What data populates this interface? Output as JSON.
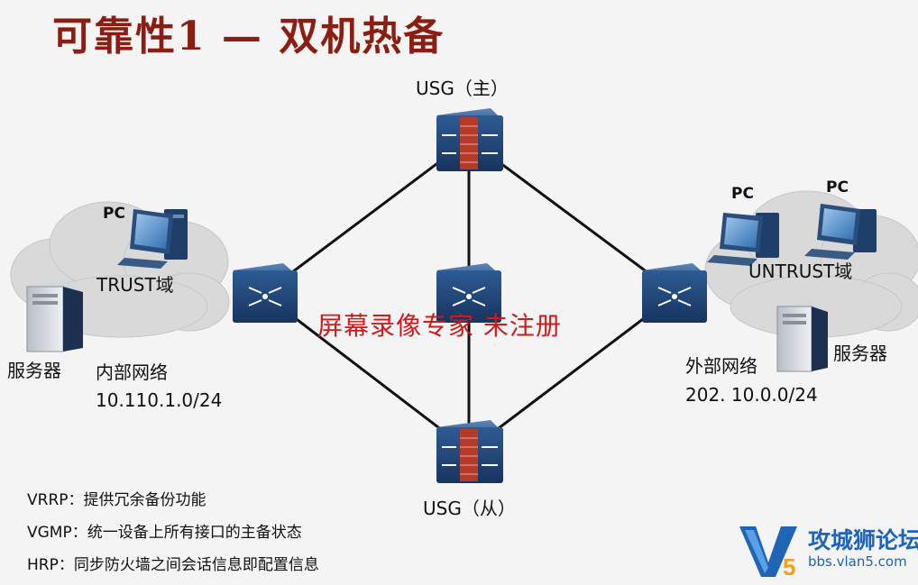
{
  "title": "可靠性1 — 双机热备",
  "firewalls": {
    "master_label": "USG（主）",
    "backup_label": "USG（从）"
  },
  "trust_side": {
    "pc_label": "PC",
    "zone_label": "TRUST域",
    "server_label": "服务器",
    "network_name": "内部网络",
    "network_cidr": "10.110.1.0/24"
  },
  "untrust_side": {
    "pc1_label": "PC",
    "pc2_label": "PC",
    "zone_label": "UNTRUST域",
    "server_label": "服务器",
    "network_name": "外部网络",
    "network_cidr": "202. 10.0.0/24"
  },
  "legend": [
    "VRRP：提供冗余备份功能",
    "VGMP：统一设备上所有接口的主备状态",
    "HRP：同步防火墙之间会话信息即配置信息"
  ],
  "watermark": "屏幕录像专家  未注册",
  "logo": {
    "name": "攻城狮论坛",
    "url": "bbs.vlan5.com",
    "mark": "V5"
  },
  "colors": {
    "title": "#8a1e12",
    "device": "#234c80",
    "firewall_brick": "#b73a28",
    "watermark": "#d01a1a",
    "logo": "#1f64b6"
  }
}
